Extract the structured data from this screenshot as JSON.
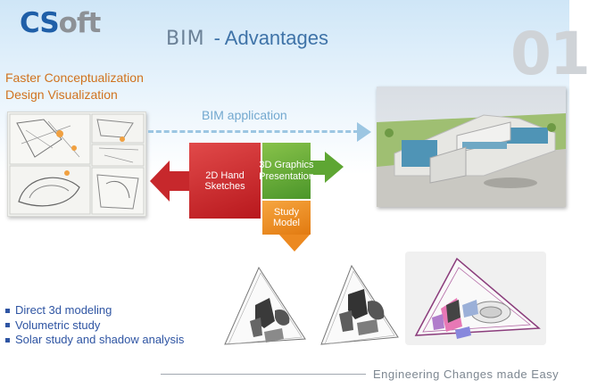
{
  "logo": {
    "part1": "CS",
    "part2": "oft"
  },
  "title": {
    "part1": "BIM",
    "part2": "- Advantages"
  },
  "slide_number": "01",
  "subheading": [
    "Faster Conceptualization",
    "Design Visualization"
  ],
  "flow": {
    "arrow_label": "BIM application",
    "box_2d": "2D Hand Sketches",
    "box_3d": "3D Graphics Presentation",
    "box_study": "Study Model"
  },
  "bullets": [
    "Direct 3d modeling",
    "Volumetric study",
    "Solar study and shadow analysis"
  ],
  "footer": "Engineering Changes made Easy",
  "colors": {
    "brand_blue": "#1f5fa8",
    "heading_orange": "#d0731f",
    "red_box": "#c62a2e",
    "green_box": "#67ad3a",
    "orange_box": "#ef8f25",
    "bullet_blue": "#2f55a3"
  }
}
